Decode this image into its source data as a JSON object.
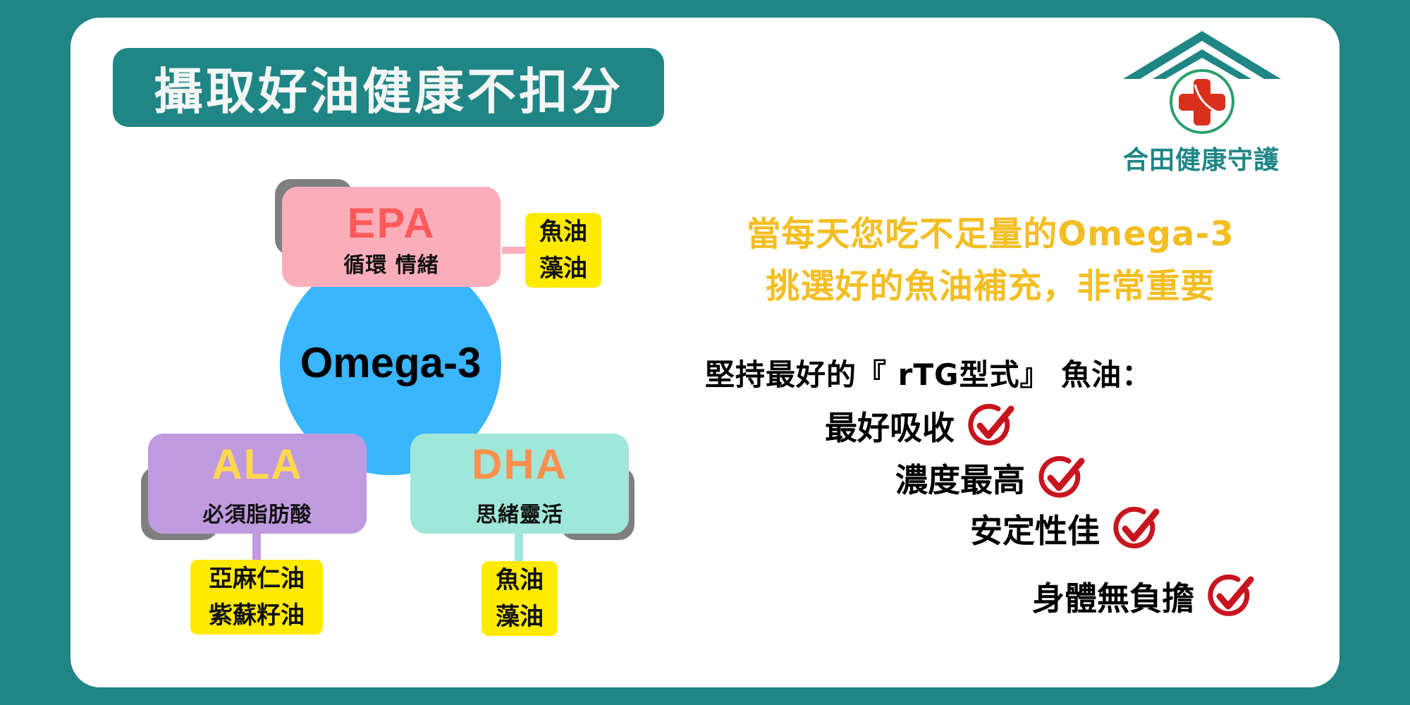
{
  "title": "攝取好油健康不扣分",
  "logo": {
    "icon": "house-medical-cross-icon",
    "text": "合田健康守護",
    "colors": {
      "roof": "#1f8585",
      "cross": "#d9301c",
      "ring": "#2aa06a"
    }
  },
  "diagram": {
    "center": {
      "label": "Omega-3",
      "color": "#39b6fe"
    },
    "nodes": [
      {
        "id": "epa",
        "label": "EPA",
        "sub": "循環 情緒",
        "bg": "#fbaeba",
        "label_color": "#ff5a5a",
        "sources": [
          "魚油",
          "藻油"
        ]
      },
      {
        "id": "ala",
        "label": "ALA",
        "sub": "必須脂肪酸",
        "bg": "#c09ade",
        "label_color": "#ffd84e",
        "sources": [
          "亞麻仁油",
          "紫蘇籽油"
        ]
      },
      {
        "id": "dha",
        "label": "DHA",
        "sub": "思緒靈活",
        "bg": "#9fe7d9",
        "label_color": "#ff9150",
        "sources": [
          "魚油",
          "藻油"
        ]
      }
    ]
  },
  "right": {
    "headline_lines": [
      "當每天您吃不足量的Omega-3",
      "挑選好的魚油補充，非常重要"
    ],
    "insist": "堅持最好的『 rTG型式』 魚油：",
    "benefits": [
      {
        "label": "最好吸收",
        "icon": "check-circle-icon"
      },
      {
        "label": "濃度最高",
        "icon": "check-circle-icon"
      },
      {
        "label": "安定性佳",
        "icon": "check-circle-icon"
      },
      {
        "label": "身體無負擔",
        "icon": "check-circle-icon"
      }
    ],
    "check_color": "#c8141e"
  },
  "colors": {
    "background": "#1f8585",
    "card": "#ffffff",
    "headline": "#f3be22"
  }
}
